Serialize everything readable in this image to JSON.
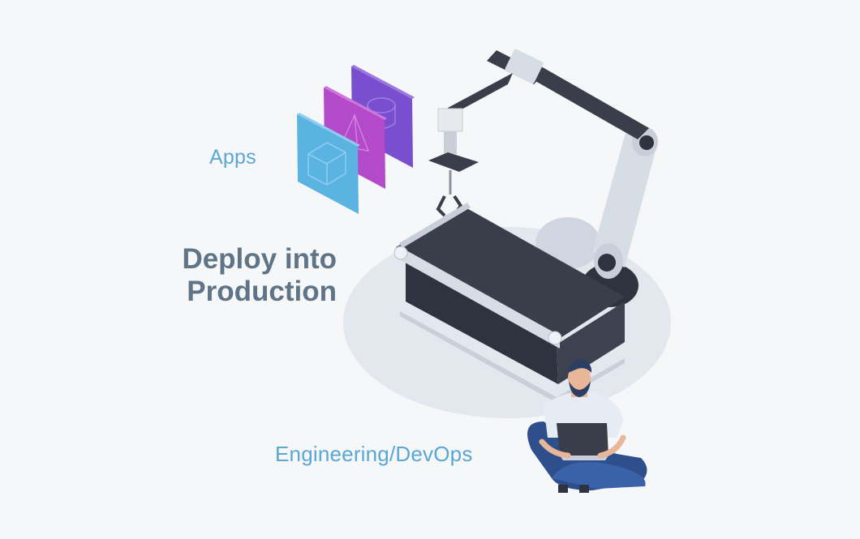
{
  "labels": {
    "apps": "Apps",
    "headline_line1": "Deploy into",
    "headline_line2": "Production",
    "engineering": "Engineering/DevOps"
  },
  "colors": {
    "background": "#f6f7f8",
    "label_blue": "#5aa7d6",
    "headline_slate": "#5f7486",
    "card_blue": "#5bb3e2",
    "card_magenta": "#b449c9",
    "card_purple": "#7a4fcf",
    "conveyor_dark": "#3a3e4b",
    "robot_arm": "#d7dde5",
    "floor_ellipse": "#e3e8ee"
  }
}
